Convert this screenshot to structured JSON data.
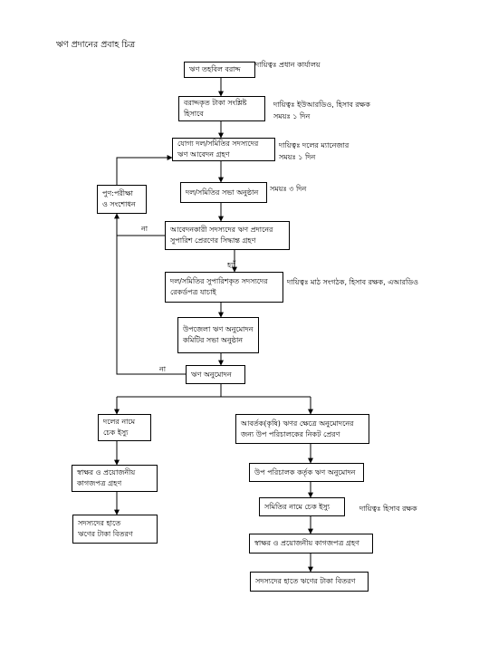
{
  "title": "ঋণ প্রদানের প্রবাহ চিত্র",
  "boxes": {
    "fund_allocation": "ঋণ তহবিল বরাদ্দ",
    "allocated_money": "বরাদ্দকৃত টাকা সংশ্লিষ্ট\nহিসাবে",
    "loan_application": "যোগ্য দল/সমিতির সদস্যদের\nঋণ আবেদন গ্রহণ",
    "group_meeting": "দল/সমিতির সভা অনুষ্ঠান",
    "review": "পুণ:পরীক্ষা\nও সংশোধন",
    "recommendation_decision": "আবেদনকারী সদস্যদের ঋণ প্রদানের\nসুপারিশ প্রেরণের সিদ্ধান্ত গ্রহণ",
    "record_check": "দল/সমিতির সুপারিশকৃত সদস্যদের\nরেকর্ডপত্র যাচাই",
    "upazila_meeting": "উপজেলা ঋণ অনুমোদন\nকমিটির সভা অনুষ্ঠান",
    "loan_approval": "ঋণ অনুমোদন",
    "group_cheque": "দলের নামে\nচেক ইস্যু",
    "sign_documents_left": "স্বাক্ষর ও প্রয়োজনীয়\nকাগজপত্র গ্রহণ",
    "disburse_left": "সদস্যদের হাতে\nঋণের টাকা বিতরণ",
    "recurring_agri": "আবর্তক(কৃষি) ঋণর ক্ষেত্রে অনুমোদনের\nজন্য উপ পরিচালকের নিকট প্রেরণ",
    "deputy_director_approval": "উপ পরিচালক কর্তৃক ঋণ অনুমোদন",
    "samity_cheque": "সমিতির নামে চেক ইস্যু",
    "sign_documents_right": "স্বাক্ষর ও প্রয়োজনীয় কাগজপত্র গ্রহণ",
    "disburse_right": "সদস্যদের হাতে ঋণের টাকা বিতরণ"
  },
  "notes": {
    "head_office": "দায়িত্বঃ প্রধান কার্যালয়",
    "uarddo_accountant": "দায়িত্বঃ ইউআরডিও, হিসাব রক্ষক",
    "time_1day_a": "সময়ঃ ১ দিন",
    "group_manager": "দায়িত্বঃ দলের ম্যানেজার",
    "time_1day_b": "সময়ঃ ১ দিন",
    "time_3days": "সময়ঃ ৩ দিন",
    "field_staff": "দায়িত্বঃ মাঠ সংগঠক, হিসাব রক্ষক, এআরডিও",
    "accountant": "দায়িত্বঃ হিসাব রক্ষক"
  },
  "labels": {
    "no_1": "না",
    "yes": "হ্যাঁ",
    "no_2": "না"
  }
}
